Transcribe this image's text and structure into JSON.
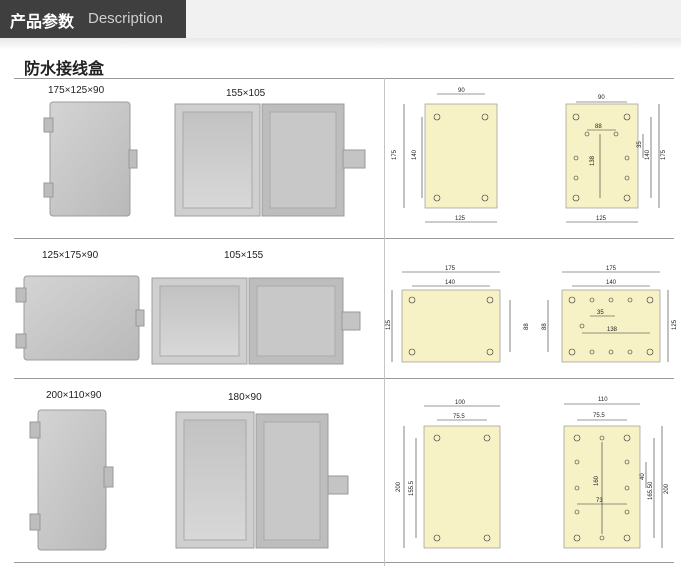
{
  "header": {
    "title": "产品参数",
    "subtitle": "Description"
  },
  "section_title": "防水接线盒",
  "rows": [
    {
      "closed_label": "175×125×90",
      "open_label": "155×105",
      "drawing_left": {
        "top": "90",
        "left": "175",
        "inner": "140",
        "bottom": "125"
      },
      "drawing_right": {
        "top": "90",
        "inner_top": "88",
        "inner_left": "138",
        "right_a": "35",
        "right_b": "140",
        "right_c": "175",
        "bottom": "125"
      }
    },
    {
      "closed_label": "125×175×90",
      "open_label": "105×155",
      "drawing_left": {
        "top": "175",
        "inner_top": "140",
        "left": "125",
        "right": "88"
      },
      "drawing_right": {
        "top": "175",
        "inner_top": "140",
        "small": "35",
        "inner_mid": "138",
        "left": "88",
        "right": "125"
      }
    },
    {
      "closed_label": "200×110×90",
      "open_label": "180×90",
      "drawing_left": {
        "top": "100",
        "inner_top": "75.5",
        "left": "200",
        "inner_left": "155.5"
      },
      "drawing_right": {
        "top": "110",
        "inner_top": "75.5",
        "center": "160",
        "mid": "73",
        "right_a": "40",
        "right_b": "165.50",
        "right_c": "200"
      }
    }
  ],
  "colors": {
    "header_tab": "#3f3f3f",
    "box_body": "#c9c9c9",
    "drawing_fill": "#f6f2c6"
  }
}
